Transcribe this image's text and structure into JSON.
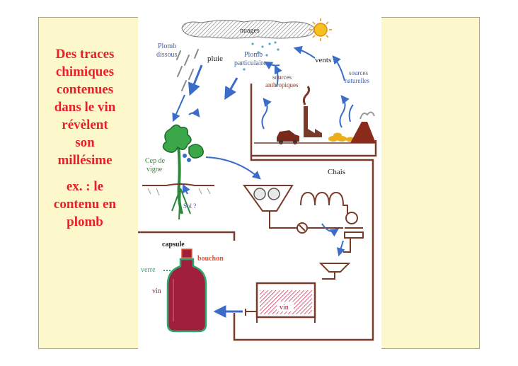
{
  "headline": {
    "lines": [
      "Des traces",
      "chimiques",
      "contenues",
      "dans le vin",
      "révèlent",
      "son",
      "millésime"
    ],
    "example_lines": [
      "ex. : le",
      "contenu en",
      "plomb"
    ]
  },
  "diagram": {
    "nuages": "nuages",
    "plomb_dissous": [
      "Plomb",
      "dissous"
    ],
    "pluie": "pluie",
    "plomb_particulaire": [
      "Plomb",
      "particulaire"
    ],
    "vents": "vents",
    "sources_anthropiques": [
      "sources",
      "anthropiques"
    ],
    "sources_naturelles": [
      "sources",
      "naturelles"
    ],
    "cep": [
      "Cep de",
      "vigne"
    ],
    "sol": "Sol ?",
    "chais": "Chais",
    "capsule": "capsule",
    "bouchon": "bouchon",
    "verre": "verre",
    "vin_bottle": "vin",
    "vin_tank": "vin"
  },
  "colors": {
    "headline": "#e8202a",
    "label_blue": "#3a5aa8",
    "arrow_blue": "#3a6cc8",
    "wine": "#a0203c",
    "bottle_outline": "#2ea870",
    "bouchon": "#e85030",
    "ink_brown": "#7a3a2a",
    "slide_bg": "#fdf8cc"
  }
}
